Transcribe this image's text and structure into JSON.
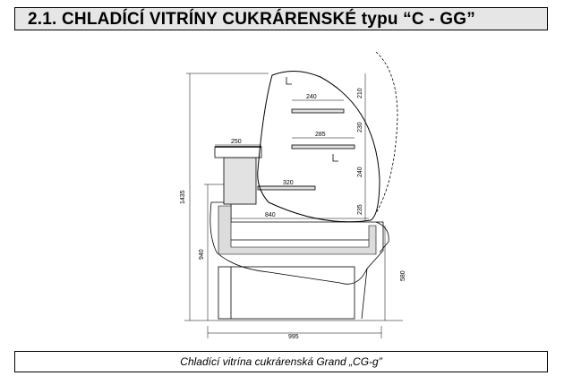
{
  "header": {
    "title": "2.1. CHLADÍCÍ VITRÍNY CUKRÁRENSKÉ  typu “C - GG”"
  },
  "dimensions": {
    "overall_height": "1435",
    "counter_height": "940",
    "base_height": "580",
    "overall_depth": "995",
    "top_shelf_depth": "240",
    "middle_shelf_depth": "285",
    "lower_shelf_depth": "320",
    "top_service_depth": "250",
    "floor_depth": "840",
    "clearance_top": "210",
    "clearance_mid": "230",
    "clearance_low": "240",
    "clearance_floor": "235"
  },
  "footer": {
    "caption": "Chladící vitrína cukrárenská Grand „CG-g”"
  }
}
